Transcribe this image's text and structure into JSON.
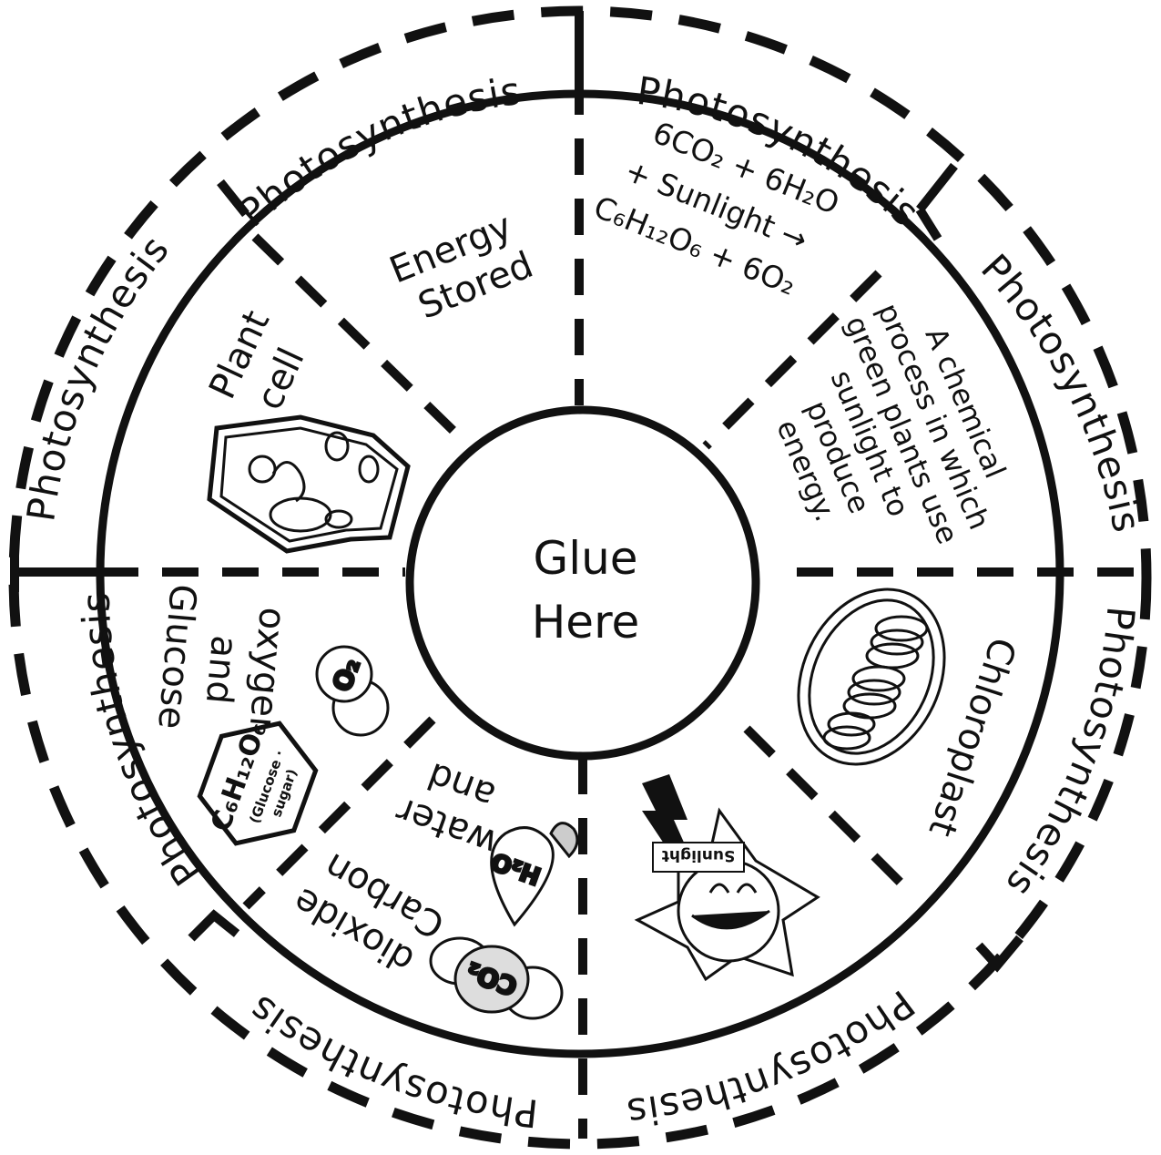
{
  "center": {
    "line1": "Glue",
    "line2": "Here"
  },
  "outer_labels": [
    "Photosynthesis",
    "Photosynthesis",
    "Photosynthesis",
    "Photosynthesis",
    "Photosynthesis",
    "Photosynthesis",
    "Photosynthesis",
    "Photosynthesis"
  ],
  "sections": {
    "energy_stored": [
      "Energy",
      "Stored"
    ],
    "plant_cell": [
      "Plant",
      "cell"
    ],
    "equation": [
      "6CO₂ + 6H₂O",
      "+ Sunlight →",
      "C₆H₁₂O₆ + 6O₂"
    ],
    "definition": [
      "A chemical",
      "process in which",
      "green plants use",
      "sunlight to",
      "produce",
      "energy."
    ],
    "chloroplast": "Chloroplast",
    "glucose_oxygen": [
      "Glucose",
      "and",
      "oxygen"
    ],
    "water": [
      "water",
      "and"
    ],
    "carbon_dioxide": [
      "Carbon",
      "dioxide"
    ]
  },
  "icon_labels": {
    "o2": "O₂",
    "glucose_formula": "C₆H₁₂O₆",
    "glucose_name": "(Glucose ·",
    "glucose_sugar": "sugar)",
    "h2o": "H₂O",
    "co2": "CO₂",
    "sunlight": "Sunlight"
  }
}
